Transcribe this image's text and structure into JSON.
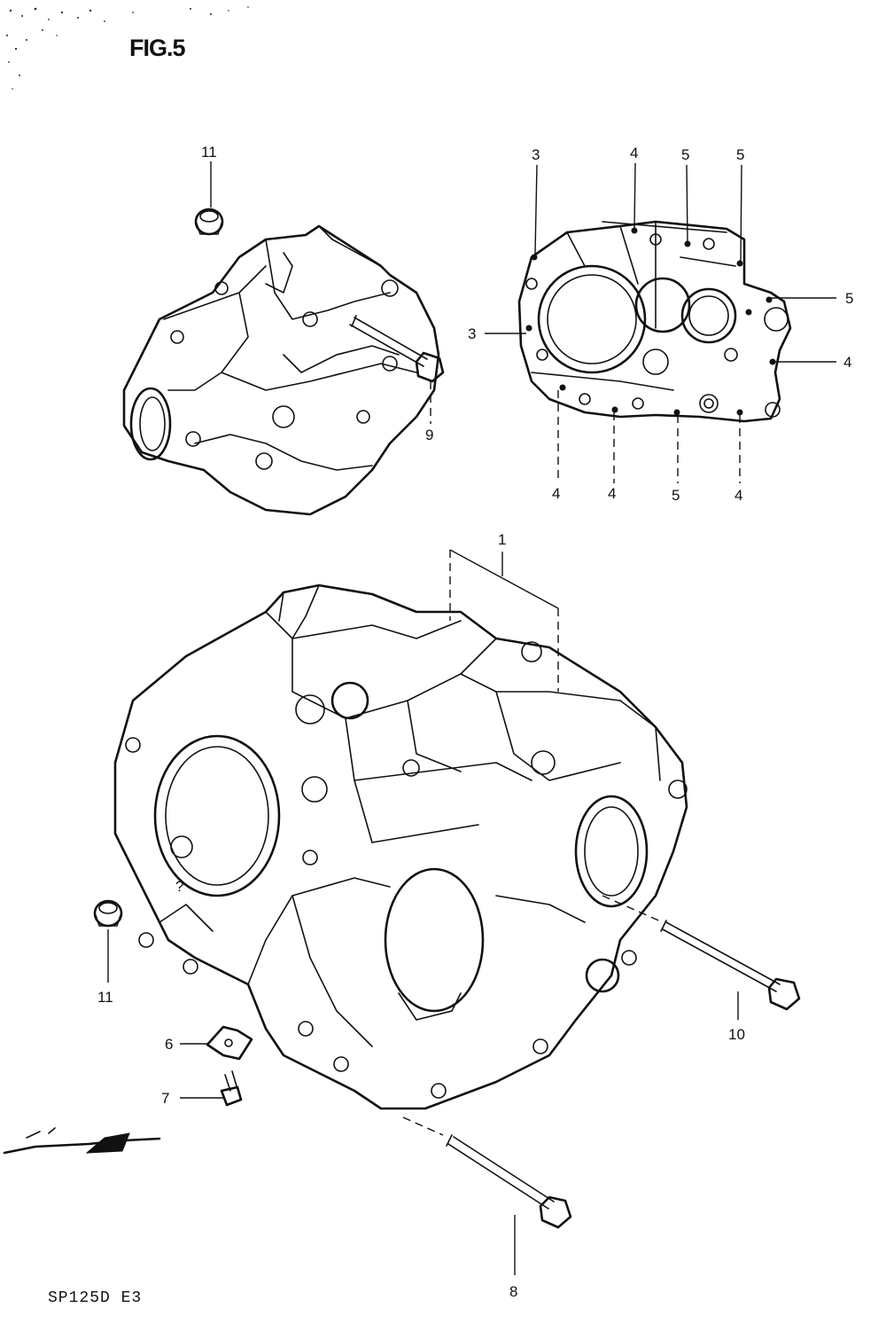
{
  "figure": {
    "title": "FIG.5",
    "model_code": "SP125D E3"
  },
  "callouts": {
    "c1": "1",
    "c3a": "3",
    "c3b": "3",
    "c4a": "4",
    "c4b": "4",
    "c4c": "4",
    "c4d": "4",
    "c4e": "4",
    "c5a": "5",
    "c5b": "5",
    "c5c": "5",
    "c5d": "5",
    "c6": "6",
    "c7": "7",
    "c8": "8",
    "c9": "9",
    "c10": "10",
    "c11a": "11",
    "c11b": "11"
  },
  "icons": {
    "arrow": "front-direction-arrow-icon"
  }
}
